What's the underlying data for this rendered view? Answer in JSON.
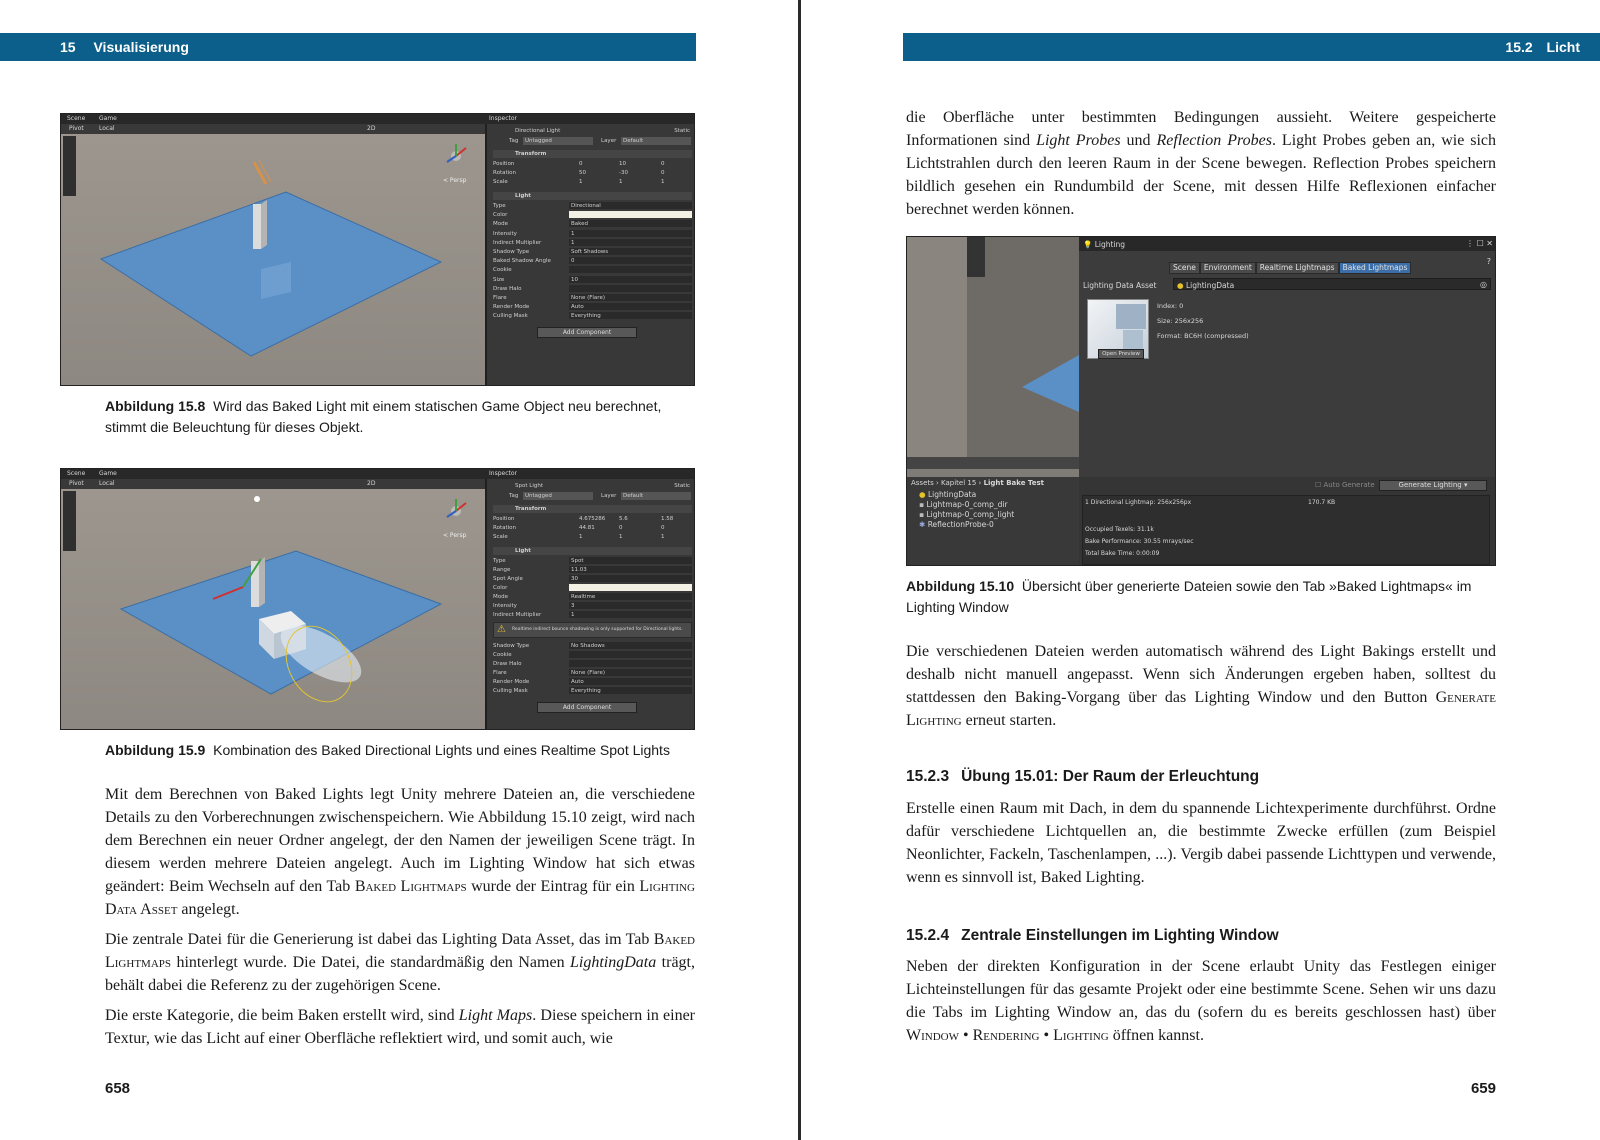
{
  "left": {
    "header": {
      "chapter_num": "15",
      "chapter_title": "Visualisierung"
    },
    "fig8": {
      "tabs": {
        "scene": "Scene",
        "game": "Game"
      },
      "toolbar": {
        "pivot": "Pivot",
        "local": "Local",
        "mode2d": "2D"
      },
      "persp": "< Persp",
      "inspector": {
        "tab": "Inspector",
        "object_name": "Directional Light",
        "static": "Static",
        "tag_label": "Tag",
        "tag_value": "Untagged",
        "layer_label": "Layer",
        "layer_value": "Default",
        "transform_title": "Transform",
        "rows": [
          {
            "label": "Position",
            "x": "0",
            "y": "10",
            "z": "0"
          },
          {
            "label": "Rotation",
            "x": "50",
            "y": "-30",
            "z": "0"
          },
          {
            "label": "Scale",
            "x": "1",
            "y": "1",
            "z": "1"
          }
        ],
        "light_title": "Light",
        "light_rows": [
          {
            "label": "Type",
            "value": "Directional"
          },
          {
            "label": "Color",
            "value": ""
          },
          {
            "label": "Mode",
            "value": "Baked"
          },
          {
            "label": "Intensity",
            "value": "1"
          },
          {
            "label": "Indirect Multiplier",
            "value": "1"
          },
          {
            "label": "Shadow Type",
            "value": "Soft Shadows"
          },
          {
            "label": "Baked Shadow Angle",
            "value": "0"
          },
          {
            "label": "Cookie",
            "value": ""
          },
          {
            "label": "Size",
            "value": "10"
          },
          {
            "label": "Draw Halo",
            "value": ""
          },
          {
            "label": "Flare",
            "value": "None (Flare)"
          },
          {
            "label": "Render Mode",
            "value": "Auto"
          },
          {
            "label": "Culling Mask",
            "value": "Everything"
          }
        ],
        "add_component": "Add Component"
      },
      "caption_label": "Abbildung 15.8",
      "caption_text": "Wird das Baked Light mit einem statischen Game Object neu berechnet, stimmt die Beleuchtung für dieses Objekt."
    },
    "fig9": {
      "inspector": {
        "object_name": "Spot Light",
        "rows": [
          {
            "label": "Position",
            "x": "4.675286",
            "y": "5.6",
            "z": "1.58"
          },
          {
            "label": "Rotation",
            "x": "44.81",
            "y": "0",
            "z": "0"
          },
          {
            "label": "Scale",
            "x": "1",
            "y": "1",
            "z": "1"
          }
        ],
        "light_rows": [
          {
            "label": "Type",
            "value": "Spot"
          },
          {
            "label": "Range",
            "value": "11.03"
          },
          {
            "label": "Spot Angle",
            "value": "30"
          },
          {
            "label": "Color",
            "value": ""
          },
          {
            "label": "Mode",
            "value": "Realtime"
          },
          {
            "label": "Intensity",
            "value": "3"
          },
          {
            "label": "Indirect Multiplier",
            "value": "1"
          }
        ],
        "warning": "Realtime indirect bounce shadowing is only supported for Directional lights.",
        "light_rows2": [
          {
            "label": "Shadow Type",
            "value": "No Shadows"
          },
          {
            "label": "Cookie",
            "value": ""
          },
          {
            "label": "Draw Halo",
            "value": ""
          },
          {
            "label": "Flare",
            "value": "None (Flare)"
          },
          {
            "label": "Render Mode",
            "value": "Auto"
          },
          {
            "label": "Culling Mask",
            "value": "Everything"
          }
        ]
      },
      "caption_label": "Abbildung 15.9",
      "caption_text": "Kombination des Baked Directional Lights und eines Realtime Spot Lights"
    },
    "body": {
      "p1_a": "Mit dem Berechnen von Baked Lights legt Unity mehrere Dateien an, die verschiedene Details zu den Vorberechnungen zwischenspeichern. Wie Abbildung 15.10 zeigt, wird nach dem Berechnen ein neuer Ordner angelegt, der den Namen der jeweiligen Scene trägt. In diesem werden mehrere Dateien angelegt. Auch im Lighting Window hat sich etwas geändert: Beim Wechseln auf den Tab ",
      "p1_sc1": "Baked Lightmaps",
      "p1_b": " wurde der Eintrag für ein ",
      "p1_sc2": "Lighting Data Asset",
      "p1_c": " angelegt.",
      "p2_a": "Die zentrale Datei für die Generierung ist dabei das Lighting Data Asset, das im Tab ",
      "p2_sc": "Baked Lightmaps",
      "p2_b": " hinterlegt wurde. Die Datei, die standardmäßig den Namen ",
      "p2_em": "LightingData",
      "p2_c": " trägt, behält dabei die Referenz zu der zugehörigen Scene.",
      "p3_a": "Die erste Kategorie, die beim Baken erstellt wird, sind ",
      "p3_em": "Light Maps",
      "p3_b": ". Diese speichern in einer Textur, wie das Licht auf einer Oberfläche reflektiert wird, und somit auch, wie"
    },
    "page_number": "658"
  },
  "right": {
    "header": {
      "section_num": "15.2",
      "section_title": "Licht"
    },
    "p0_a": "die Oberfläche unter bestimmten Bedingungen aussieht. Weitere gespeicherte Informationen sind ",
    "p0_em1": "Light Probes",
    "p0_b": " und ",
    "p0_em2": "Reflection Probes",
    "p0_c": ". Light Probes geben an, wie sich Lichtstrahlen durch den leeren Raum in der Scene bewegen. Reflection Probes speichern bildlich gesehen ein Rundumbild der Scene, mit dessen Hilfe Reflexionen einfacher berechnet werden können.",
    "fig10": {
      "window_title": "Lighting",
      "tabs": [
        "Scene",
        "Environment",
        "Realtime Lightmaps",
        "Baked Lightmaps"
      ],
      "asset_label": "Lighting Data Asset",
      "asset_value": "LightingData",
      "index": "Index: 0",
      "size": "Size: 256x256",
      "format": "Format: BC6H (compressed)",
      "open_preview": "Open Preview",
      "breadcrumb": [
        "Assets",
        "Kapitel 15",
        "Light Bake Test"
      ],
      "files": [
        "LightingData",
        "Lightmap-0_comp_dir",
        "Lightmap-0_comp_light",
        "ReflectionProbe-0"
      ],
      "auto_generate": "Auto Generate",
      "generate_lighting": "Generate Lighting",
      "stats_line": "1 Directional Lightmap: 256x256px",
      "stats_size": "170.7 KB",
      "occupied": "Occupied Texels: 31.1k",
      "performance": "Bake Performance: 30.55 mrays/sec",
      "total_time": "Total Bake Time: 0:00:09",
      "caption_label": "Abbildung 15.10",
      "caption_text": "Übersicht über generierte Dateien sowie den Tab »Baked Lightmaps« im Lighting Window"
    },
    "p1_a": "Die verschiedenen Dateien werden automatisch während des Light Bakings erstellt und deshalb nicht manuell angepasst. Wenn sich Änderungen ergeben haben, solltest du stattdessen den Baking-Vorgang über das Lighting Window und den Button ",
    "p1_sc": "Generate Lighting",
    "p1_b": " erneut starten.",
    "h_1523_num": "15.2.3",
    "h_1523_title": "Übung 15.01: Der Raum der Erleuchtung",
    "p2": "Erstelle einen Raum mit Dach, in dem du spannende Lichtexperimente durchführst. Ordne dafür verschiedene Lichtquellen an, die bestimmte Zwecke erfüllen (zum Beispiel Neonlichter, Fackeln, Taschenlampen, ...). Vergib dabei passende Lichttypen und verwende, wenn es sinnvoll ist, Baked Lighting.",
    "h_1524_num": "15.2.4",
    "h_1524_title": "Zentrale Einstellungen im Lighting Window",
    "p3_a": "Neben der direkten Konfiguration in der Scene erlaubt Unity das Festlegen einiger Lichteinstellungen für das gesamte Projekt oder eine bestimmte Scene. Sehen wir uns dazu die Tabs im Lighting Window an, das du (sofern du es bereits geschlossen hast) über ",
    "p3_sc1": "Window",
    "p3_sep1": " • ",
    "p3_sc2": "Rendering",
    "p3_sep2": " • ",
    "p3_sc3": "Lighting",
    "p3_b": " öffnen kannst.",
    "page_number": "659"
  }
}
